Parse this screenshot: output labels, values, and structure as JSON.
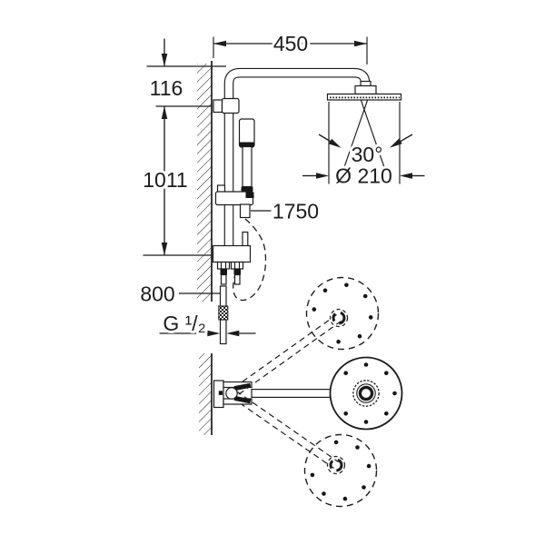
{
  "drawing": {
    "type": "shower-system-installation-diagram",
    "background": "#ffffff",
    "line_color": "#1c1c1c",
    "labels": {
      "arm_projection": "450",
      "head_drop": "116",
      "rail_length": "1011",
      "hose_length": "1750",
      "supply_stub": "800",
      "thread_size": "G ¹/₂",
      "spray_angle": "30°",
      "head_diameter": "Ø 210"
    }
  }
}
